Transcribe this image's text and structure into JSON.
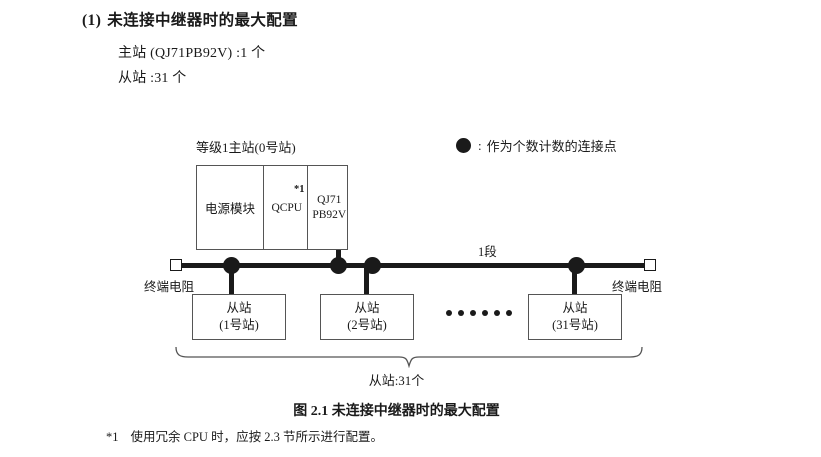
{
  "heading": {
    "number": "(1)",
    "text": "未连接中继器时的最大配置"
  },
  "summary": {
    "line1": "主站 (QJ71PB92V) :1 个",
    "line2": "从站 :31 个"
  },
  "legend": {
    "icon": "filled-circle-icon",
    "colon": ":",
    "text": "作为个数计数的连接点"
  },
  "diagram": {
    "master": {
      "label": "等级1主站(0号站)",
      "cells": {
        "power": "电源模块",
        "cpu": "QCPU",
        "footnote_mark": "*1",
        "network_line1": "QJ71",
        "network_line2": "PB92V"
      }
    },
    "bus": {
      "segment_label": "1段",
      "terminator_left": "终端电阻",
      "terminator_right": "终端电阻"
    },
    "slaves": [
      {
        "title": "从站",
        "station": "(1号站)"
      },
      {
        "title": "从站",
        "station": "(2号站)"
      },
      {
        "title": "从站",
        "station": "(31号站)"
      }
    ],
    "ellipsis_count": 6,
    "brace_caption": "从站:31个"
  },
  "figure_caption": "图 2.1  未连接中继器时的最大配置",
  "footnote": {
    "mark": "*1",
    "text": "使用冗余 CPU 时，应按 2.3 节所示进行配置。"
  },
  "colors": {
    "ink": "#1a1a1a",
    "box_border": "#555555",
    "background": "#ffffff"
  }
}
